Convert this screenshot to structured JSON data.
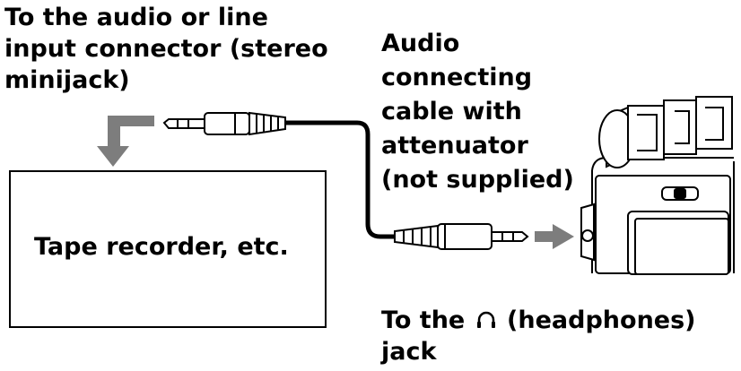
{
  "labels": {
    "input_connector": [
      "To the audio or line",
      "input connector (stereo",
      "minijack)"
    ],
    "cable": [
      "Audio",
      "connecting",
      "cable with",
      "attenuator",
      "(not supplied)"
    ],
    "headphones_prefix": "To the",
    "headphones_suffix": "(headphones)",
    "headphones_line2": "jack",
    "device": "Tape recorder, etc."
  },
  "icons": {
    "arrow_to_recorder": "bent-arrow-down-icon",
    "arrow_to_jack": "arrow-right-icon",
    "headphones": "headphones-icon"
  },
  "colors": {
    "arrow": "#7d7d7d",
    "line": "#000000",
    "background": "#ffffff"
  }
}
